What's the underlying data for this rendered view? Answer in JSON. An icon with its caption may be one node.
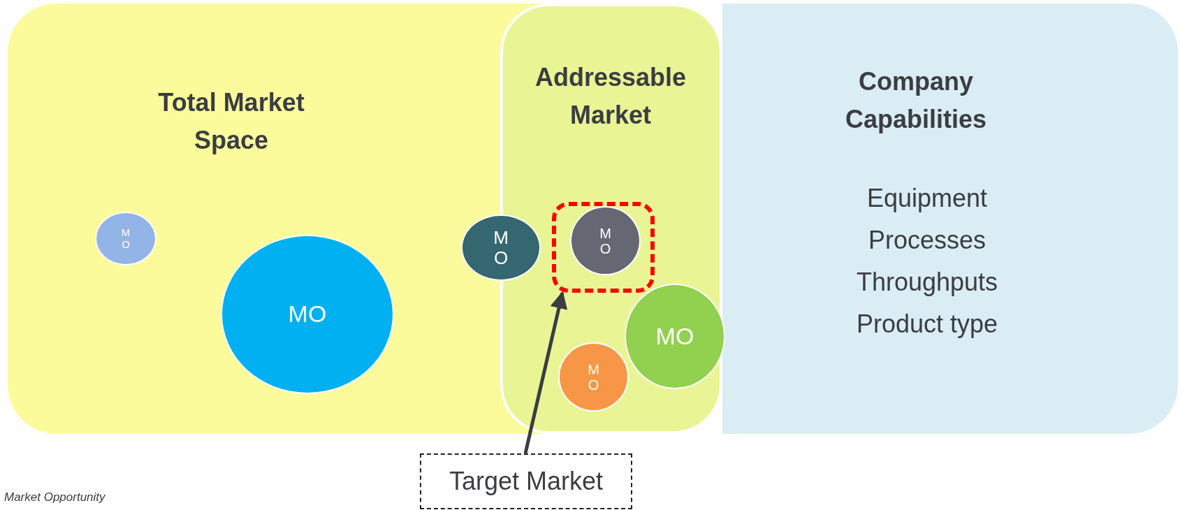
{
  "diagram": {
    "nodes": [
      {
        "text": [
          "Total Market Space"
        ]
      },
      {
        "text": [
          "MO"
        ],
        "in": 0
      },
      {
        "text": [
          "MO"
        ],
        "in": 0
      },
      {
        "text": [
          "MO"
        ],
        "in": 0
      },
      {
        "text": [
          "Addressable Market"
        ],
        "in": 0
      },
      {
        "text": [],
        "shape": "box",
        "in": 4
      },
      {
        "text": [
          "MO"
        ],
        "in": 5
      },
      {
        "text": [
          "MO"
        ],
        "in": 4
      },
      {
        "text": [
          "MO"
        ],
        "in": 4
      },
      {
        "text": [
          "Company Capabilities",
          "Equipment",
          "Processes",
          "Throughputs",
          "Product type"
        ]
      },
      {
        "text": [
          "Target Market"
        ]
      }
    ],
    "edges": [
      {
        "from": 10,
        "to": 5,
        "arrow": "to"
      }
    ],
    "labels": [
      "Market Opportunity"
    ]
  }
}
